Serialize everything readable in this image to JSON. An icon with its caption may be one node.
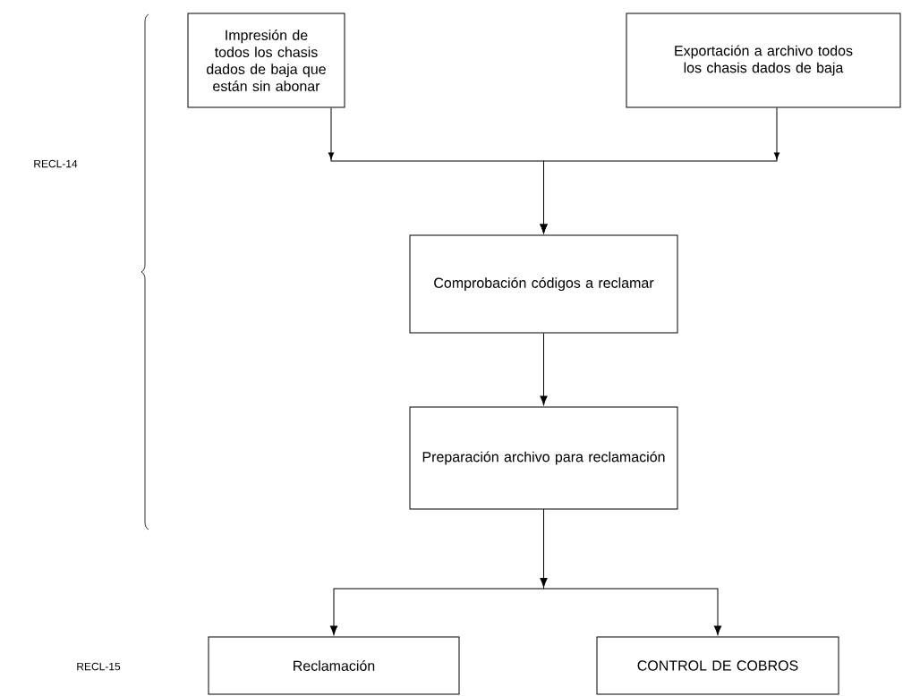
{
  "diagram": {
    "nodes": [
      {
        "text": [
          "Impresión de todos los chasis dados de baja que están sin abonar"
        ]
      },
      {
        "text": [
          "Exportación a archivo todos los chasis dados de baja"
        ]
      },
      {
        "text": [
          "Comprobación códigos a reclamar"
        ]
      },
      {
        "text": [
          "Preparación archivo para reclamación"
        ]
      },
      {
        "text": [
          "Reclamación"
        ]
      },
      {
        "text": [
          "CONTROL DE COBROS"
        ]
      }
    ],
    "edges": [
      {
        "from": 0,
        "to": 2,
        "arrow": "to"
      },
      {
        "from": 1,
        "to": 2,
        "arrow": "to"
      },
      {
        "from": 2,
        "to": 3,
        "arrow": "to"
      },
      {
        "from": 3,
        "to": 4,
        "arrow": "to"
      },
      {
        "from": 3,
        "to": 5,
        "arrow": "to"
      }
    ],
    "labels": [
      "RECL-14",
      "RECL-15"
    ]
  }
}
